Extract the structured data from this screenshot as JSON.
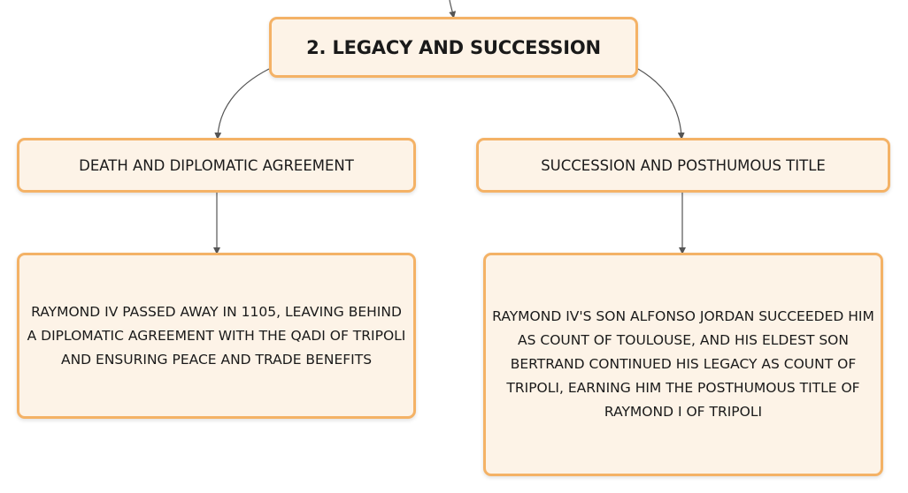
{
  "diagram": {
    "root": {
      "label": "2. LEGACY AND SUCCESSION"
    },
    "branches": [
      {
        "label": "DEATH AND DIPLOMATIC AGREEMENT",
        "detail": "RAYMOND IV PASSED AWAY IN 1105, LEAVING BEHIND A DIPLOMATIC AGREEMENT WITH THE QADI OF TRIPOLI AND ENSURING PEACE AND TRADE BENEFITS"
      },
      {
        "label": "SUCCESSION AND POSTHUMOUS TITLE",
        "detail": "RAYMOND IV'S SON ALFONSO JORDAN SUCCEEDED HIM AS COUNT OF TOULOUSE, AND HIS ELDEST SON BERTRAND CONTINUED HIS LEGACY AS COUNT OF TRIPOLI, EARNING HIM THE POSTHUMOUS TITLE OF RAYMOND I OF TRIPOLI"
      }
    ],
    "colors": {
      "node_fill": "#fdf3e7",
      "node_border": "#f4b266",
      "connector": "#555555",
      "text": "#1a1a1a"
    }
  }
}
